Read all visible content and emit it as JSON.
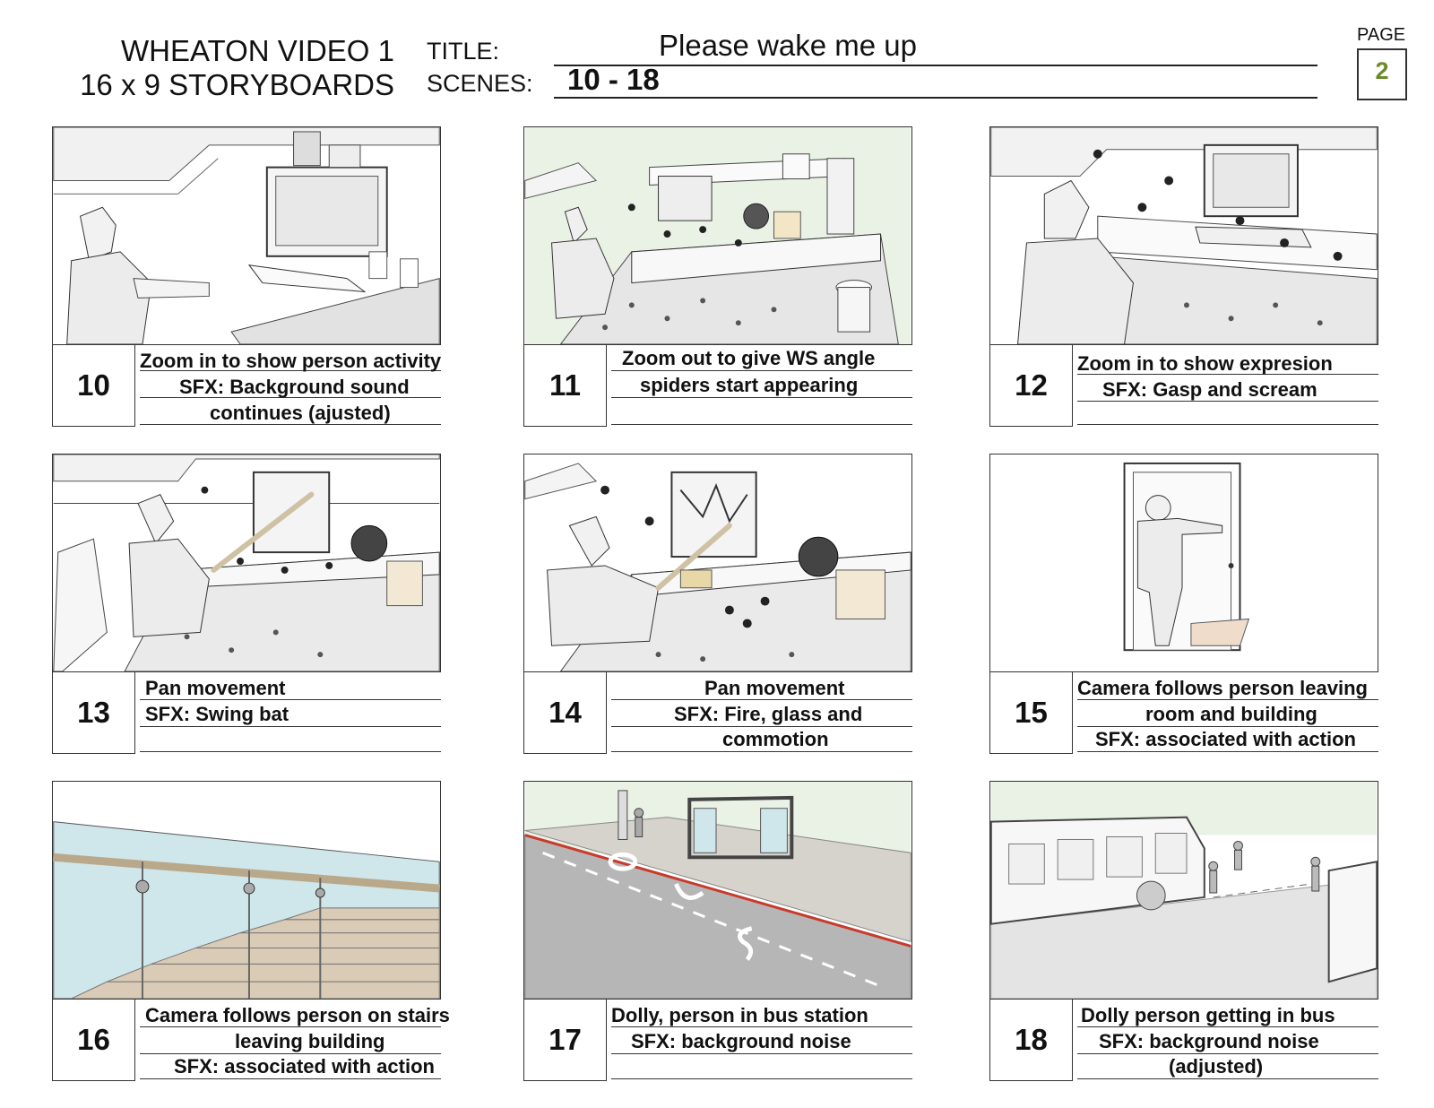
{
  "header": {
    "line1": "WHEATON VIDEO 1",
    "line2": "16 x 9 STORYBOARDS",
    "title_label": "TITLE:",
    "title_value": "Please wake me up",
    "scenes_label": "SCENES:",
    "scenes_value": "10 - 18",
    "page_label": "PAGE",
    "page_number": "2"
  },
  "colors": {
    "page_number": "#6a8a2c",
    "glass": "#cfe6ea",
    "sketch_bg": "#eaf2e6"
  },
  "panels": [
    {
      "number": "10",
      "lines": [
        "Zoom in to show person activity",
        "SFX: Background sound",
        "continues (ajusted)"
      ]
    },
    {
      "number": "11",
      "lines": [
        "Zoom out to give WS angle",
        "spiders start appearing",
        ""
      ]
    },
    {
      "number": "12",
      "lines": [
        "Zoom in to show expresion",
        "SFX: Gasp and scream",
        ""
      ]
    },
    {
      "number": "13",
      "lines": [
        "Pan movement",
        "SFX: Swing bat",
        ""
      ]
    },
    {
      "number": "14",
      "lines": [
        "Pan movement",
        "SFX: Fire, glass and",
        "commotion"
      ]
    },
    {
      "number": "15",
      "lines": [
        "Camera follows person leaving",
        "room and building",
        "SFX: associated with action"
      ]
    },
    {
      "number": "16",
      "lines": [
        "Camera follows person on stairs",
        "leaving building",
        "SFX: associated with action"
      ]
    },
    {
      "number": "17",
      "lines": [
        "Dolly, person in bus station",
        "SFX: background noise",
        ""
      ]
    },
    {
      "number": "18",
      "lines": [
        "Dolly person getting in bus",
        "SFX: background noise",
        "(adjusted)"
      ]
    }
  ]
}
